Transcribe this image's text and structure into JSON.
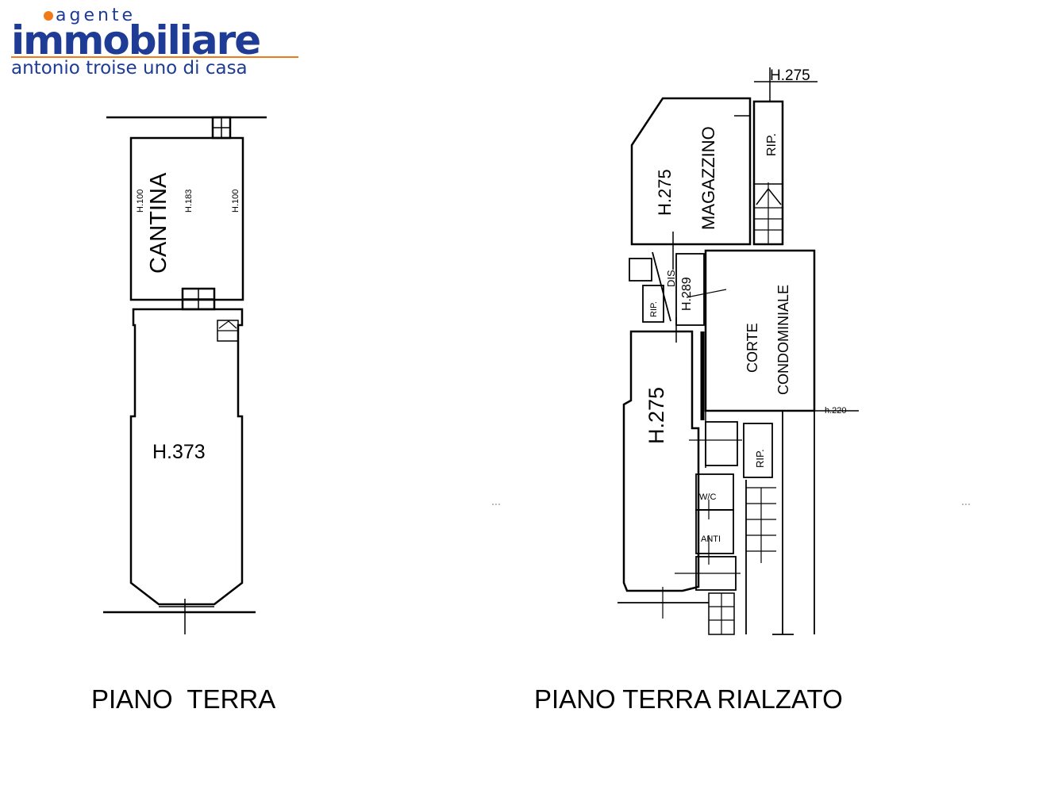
{
  "logo": {
    "top_word": "agente",
    "main_word": "immobiliare",
    "tagline": "antonio troise uno di casa",
    "colors": {
      "blue": "#1e3c96",
      "orange": "#f07a1a"
    }
  },
  "plans": [
    {
      "id": "piano-terra",
      "title": "PIANO  TERRA",
      "rooms": [
        {
          "key": "cantina",
          "name": "CANTINA",
          "heights": [
            "H.100",
            "H.183",
            "H.100"
          ]
        },
        {
          "key": "main-room",
          "height": "H.373"
        }
      ]
    },
    {
      "id": "piano-terra-rialzato",
      "title": "PIANO TERRA RIALZATO",
      "top_height": "H.275",
      "rooms": [
        {
          "key": "magazzino",
          "name": "MAGAZZINO",
          "height": "H.275"
        },
        {
          "key": "rip-top",
          "name": "RIP."
        },
        {
          "key": "dis",
          "name": "DIS",
          "height": "H.289"
        },
        {
          "key": "rip-small",
          "name": "RIP."
        },
        {
          "key": "corte",
          "name_line1": "CORTE",
          "name_line2": "CONDOMINIALE"
        },
        {
          "key": "living",
          "height": "H.275"
        },
        {
          "key": "rip-bottom",
          "name": "RIP."
        },
        {
          "key": "wc",
          "name": "W/C"
        },
        {
          "key": "anti",
          "name": "ANTI"
        }
      ],
      "side_height": "h.220"
    }
  ]
}
